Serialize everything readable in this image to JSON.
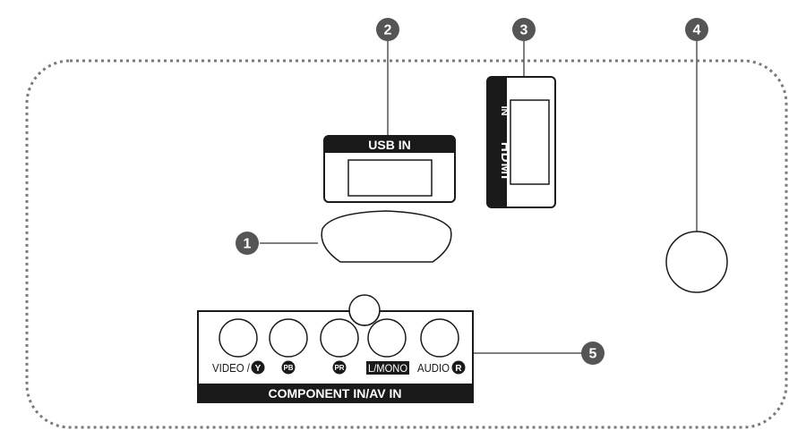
{
  "callouts": [
    "1",
    "2",
    "3",
    "4",
    "5"
  ],
  "usb": {
    "label": "USB IN"
  },
  "hdmi": {
    "logo": "HDMI",
    "label": "IN"
  },
  "component": {
    "title": "COMPONENT IN/AV IN",
    "video": "VIDEO /",
    "y": "Y",
    "pb": "PB",
    "pr": "PR",
    "lmono": "L/MONO",
    "audio": "AUDIO",
    "r": "R"
  },
  "colors": {
    "panel_border": "#7a7a7a",
    "callout": "#555555",
    "label_bar": "#1a1a1a"
  }
}
